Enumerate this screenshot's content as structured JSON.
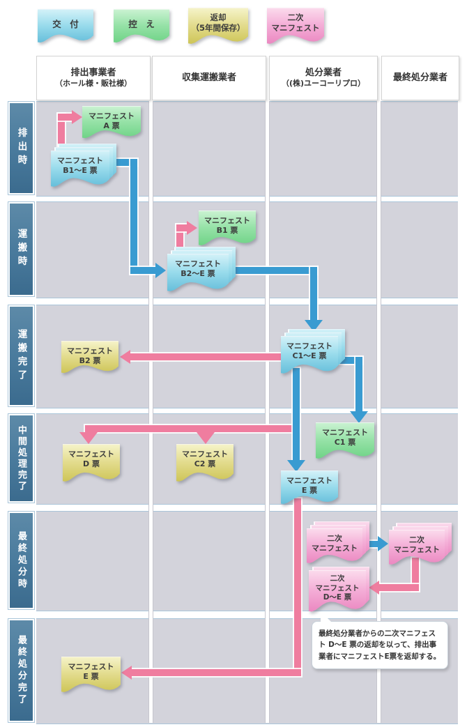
{
  "legend": [
    {
      "label": "交　付",
      "color": "#62bcd9"
    },
    {
      "label": "控　え",
      "color": "#6cd284"
    },
    {
      "label": "返却\n（5年間保存）",
      "color": "#ccc353"
    },
    {
      "label": "二次\nマニフェスト",
      "color": "#ea85bf"
    }
  ],
  "columns": [
    {
      "title": "排出事業者",
      "subtitle": "（ホール様・販社様）"
    },
    {
      "title": "収集運搬業者",
      "subtitle": ""
    },
    {
      "title": "処分業者",
      "subtitle": "（(株)ユーコーリプロ）"
    },
    {
      "title": "最終処分業者",
      "subtitle": ""
    }
  ],
  "rows": [
    "排出時",
    "運搬時",
    "運搬完了",
    "中間処理完了",
    "最終処分時",
    "最終処分完了"
  ],
  "nodes": {
    "a": "マニフェスト\nA 票",
    "b1e": "マニフェスト\nB1～E 票",
    "b1": "マニフェスト\nB1 票",
    "b2e": "マニフェスト\nB2～E 票",
    "b2": "マニフェスト\nB2 票",
    "c1e": "マニフェスト\nC1～E 票",
    "d": "マニフェスト\nD 票",
    "c2": "マニフェスト\nC2 票",
    "c1": "マニフェスト\nC1 票",
    "e_blue": "マニフェスト\nE 票",
    "niji1": "二次\nマニフェスト",
    "niji2": "二次\nマニフェスト",
    "niji_de": "二次\nマニフェスト\nD～E 票",
    "e_yellow": "マニフェスト\nE 票"
  },
  "edges": [
    {
      "from": "b1e",
      "to": "a",
      "color": "pink"
    },
    {
      "from": "b1e",
      "to": "b2e",
      "color": "blue"
    },
    {
      "from": "b2e",
      "to": "b1",
      "color": "pink"
    },
    {
      "from": "b2e",
      "to": "c1e",
      "color": "blue"
    },
    {
      "from": "c1e",
      "to": "b2",
      "color": "pink"
    },
    {
      "from": "c1e",
      "to": "c1",
      "color": "blue"
    },
    {
      "from": "c1e",
      "to": "e_blue",
      "color": "blue"
    },
    {
      "from": "c1e",
      "to": "d",
      "color": "pink"
    },
    {
      "from": "c1e",
      "to": "c2",
      "color": "pink"
    },
    {
      "from": "e_blue",
      "to": "e_yellow",
      "color": "pink"
    },
    {
      "from": "niji1",
      "to": "niji2",
      "color": "blue"
    },
    {
      "from": "niji2",
      "to": "niji_de",
      "color": "pink"
    }
  ],
  "note": "最終処分業者からの二次マニフェスト D～E 票の返却を以って、排出事業者にマニフェストE票を返却する。",
  "colors": {
    "arrow_blue": "#399bd1",
    "arrow_pink": "#ef7d9f",
    "doc_blue": "#62bcd9",
    "doc_green": "#6cd284",
    "doc_yellow": "#ccc353",
    "doc_pink": "#ea85bf",
    "band_bg": "#d3d3db",
    "row_label_bg": "#4a7b9d",
    "band_border": "#a9c5d9"
  }
}
